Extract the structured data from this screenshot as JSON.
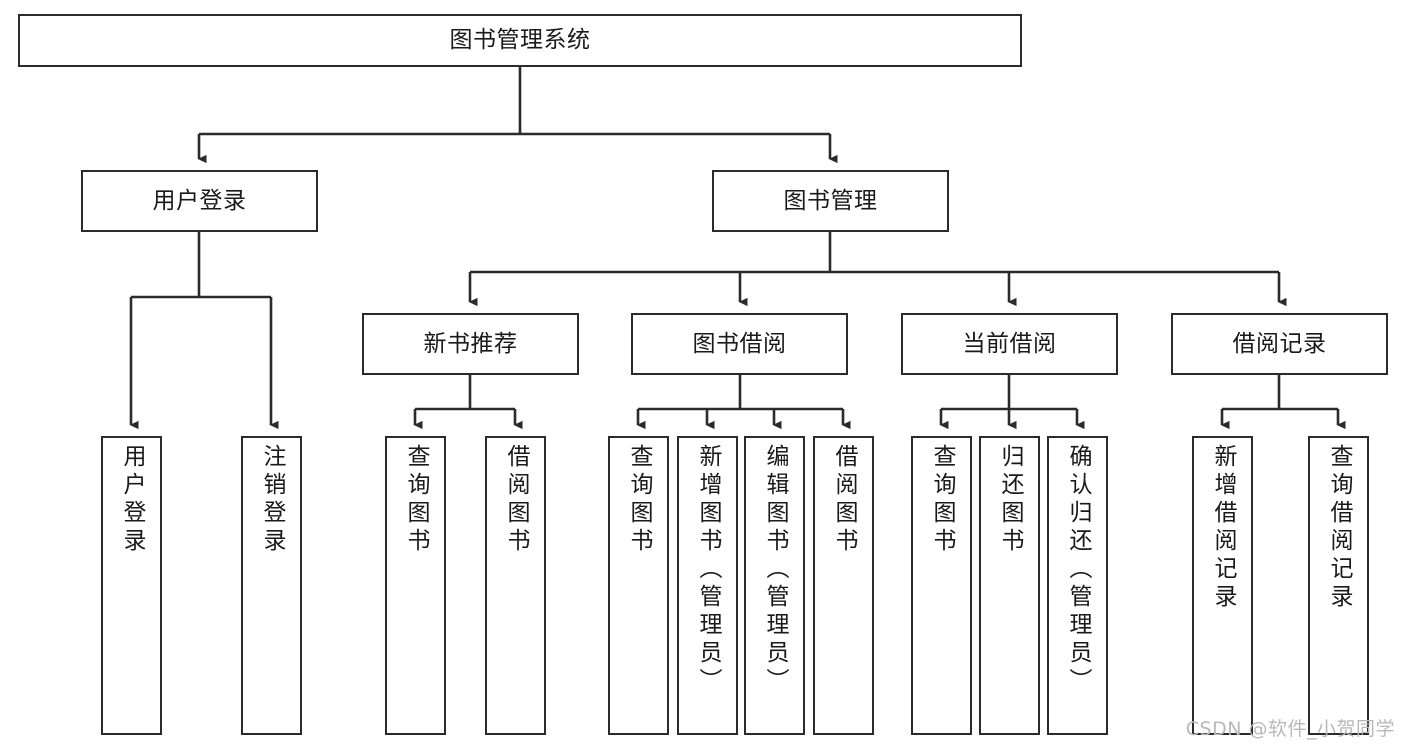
{
  "diagram": {
    "title": "图书管理系统",
    "type": "tree",
    "colors": {
      "box_border": "#2b2b2b",
      "box_fill": "#ffffff",
      "edge": "#2b2b2b",
      "text": "#1a1a1a",
      "watermark": "#b9b9b9",
      "background": "#ffffff"
    },
    "root": {
      "label": "图书管理系统"
    },
    "level2": [
      {
        "label": "用户登录"
      },
      {
        "label": "图书管理"
      }
    ],
    "level3": [
      {
        "label": "新书推荐"
      },
      {
        "label": "图书借阅"
      },
      {
        "label": "当前借阅"
      },
      {
        "label": "借阅记录"
      }
    ],
    "leaves": {
      "user_login": [
        {
          "label": "用户登录"
        },
        {
          "label": "注销登录"
        }
      ],
      "new_book_recommend": [
        {
          "label": "查询图书"
        },
        {
          "label": "借阅图书"
        }
      ],
      "book_borrow": [
        {
          "label": "查询图书"
        },
        {
          "label": "新增图书（管理员）"
        },
        {
          "label": "编辑图书（管理员）"
        },
        {
          "label": "借阅图书"
        }
      ],
      "current_borrow": [
        {
          "label": "查询图书"
        },
        {
          "label": "归还图书"
        },
        {
          "label": "确认归还（管理员）"
        }
      ],
      "borrow_record": [
        {
          "label": "新增借阅记录"
        },
        {
          "label": "查询借阅记录"
        }
      ]
    }
  },
  "watermark": {
    "text": "CSDN @软件_小贺同学"
  }
}
